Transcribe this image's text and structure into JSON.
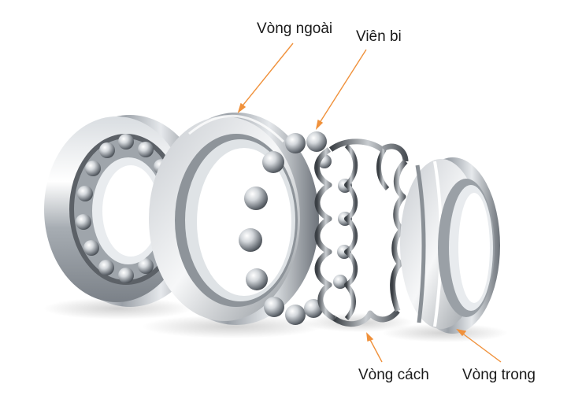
{
  "labels": {
    "outer_ring": "Vòng ngoài",
    "ball": "Viên bi",
    "cage": "Vòng cách",
    "inner_ring": "Vòng trong"
  },
  "colors": {
    "leader": "#f0913b",
    "metal_dark": "#6f757c",
    "metal_mid": "#b9bec4",
    "metal_light": "#f2f4f6"
  }
}
